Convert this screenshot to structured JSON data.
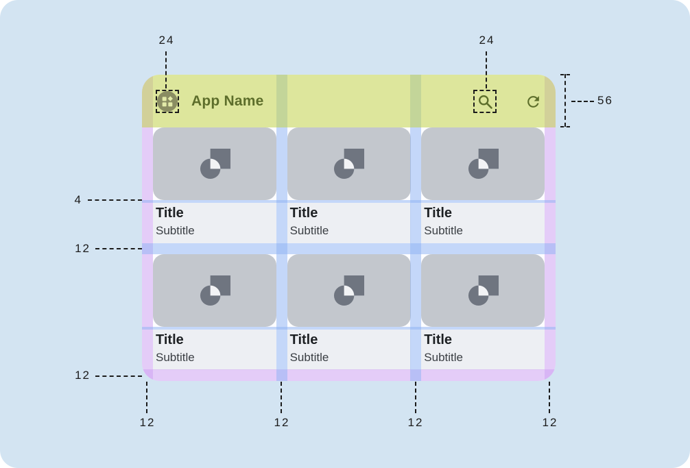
{
  "diagram": {
    "kind": "material-layout-spec",
    "colors": {
      "canvas_background": "#D3E4F2",
      "app_bar_overlay": "#DEE79C",
      "margin_overlay": "#E8D2F8",
      "gutter_overlay": "#C9DBF8",
      "card_image": "#C3C7CD",
      "card_text_area": "#EDEFF3",
      "olive_accent": "#5D6E2B"
    }
  },
  "app_bar": {
    "title": "App Name"
  },
  "cards": [
    {
      "title": "Title",
      "subtitle": "Subtitle"
    },
    {
      "title": "Title",
      "subtitle": "Subtitle"
    },
    {
      "title": "Title",
      "subtitle": "Subtitle"
    },
    {
      "title": "Title",
      "subtitle": "Subtitle"
    },
    {
      "title": "Title",
      "subtitle": "Subtitle"
    },
    {
      "title": "Title",
      "subtitle": "Subtitle"
    }
  ],
  "measurements": {
    "app_icon_size": "24",
    "search_icon_size": "24",
    "app_bar_height": "56",
    "image_text_gap": "4",
    "row_gutter": "12",
    "bottom_margin": "12",
    "bottom_marks": [
      "12",
      "12",
      "12",
      "12"
    ]
  }
}
